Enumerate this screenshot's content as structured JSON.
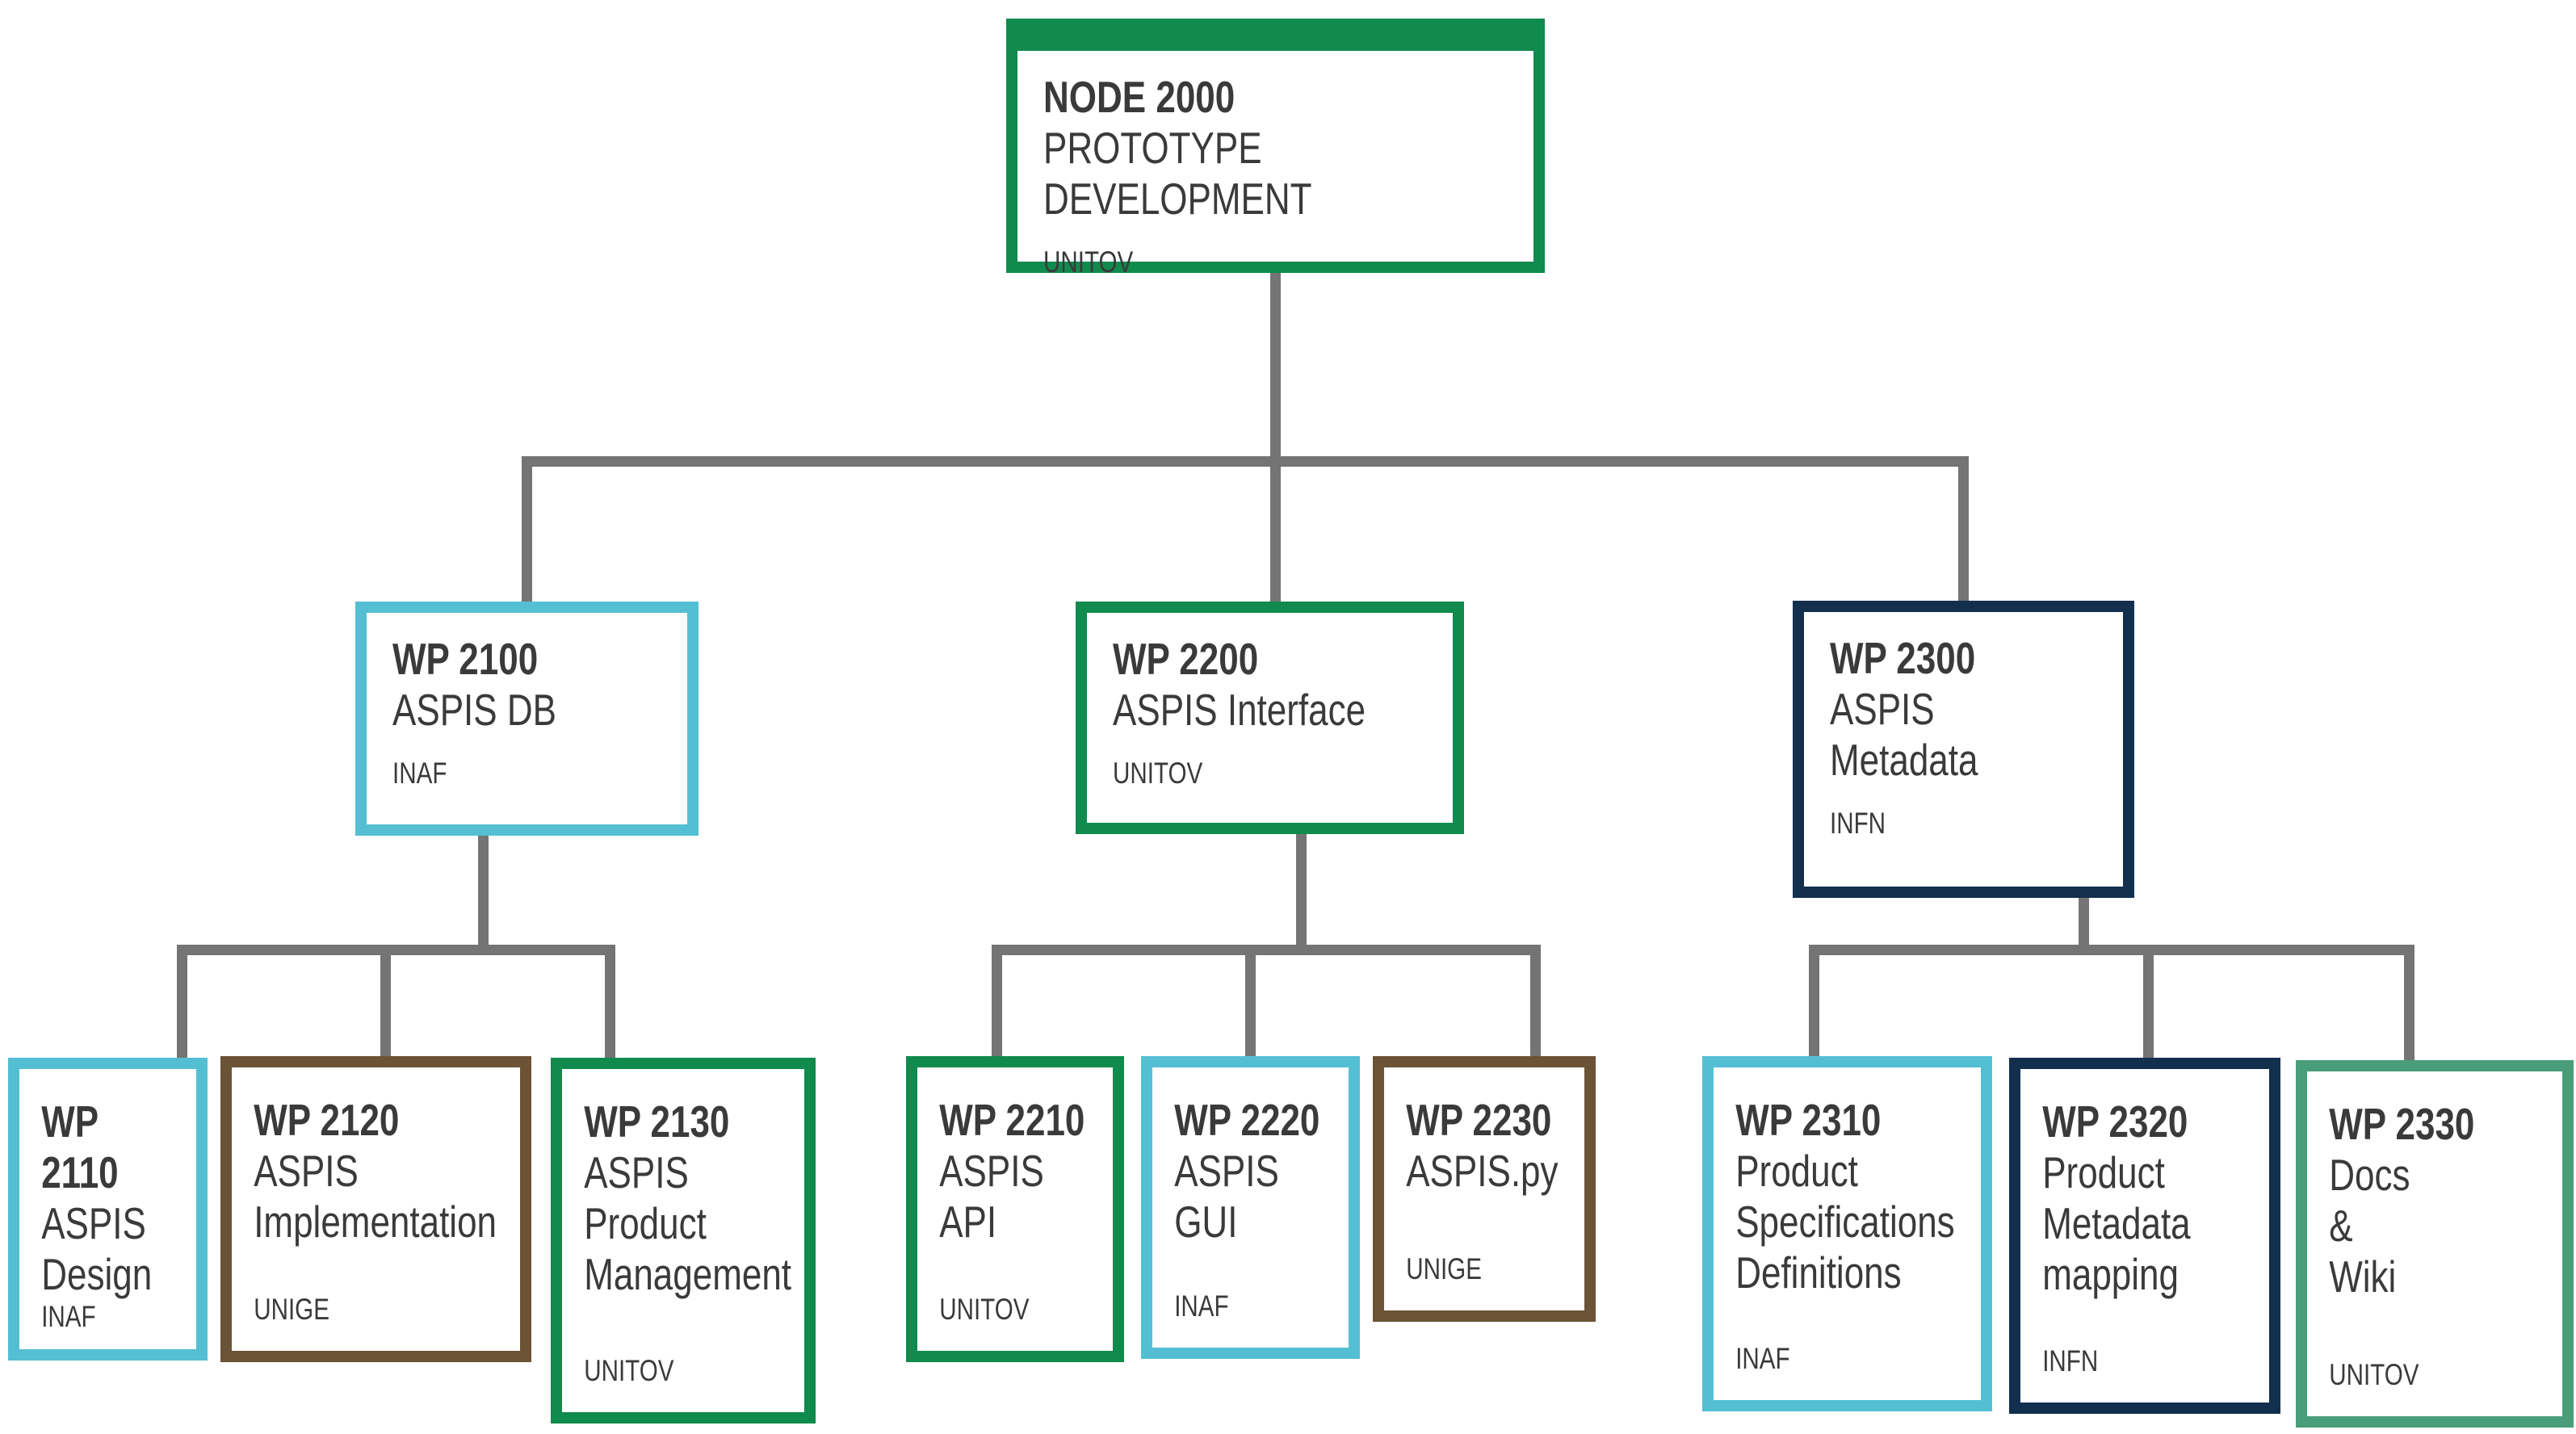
{
  "palette": {
    "green": "#108A4D",
    "teal": "#479E79",
    "cyan": "#54BFD3",
    "navy": "#132F4E",
    "brown": "#6B5336",
    "connector": "#747474",
    "text": "#3A3A3A"
  },
  "nodes": {
    "n2000": {
      "id": "NODE 2000",
      "title": "PROTOTYPE DEVELOPMENT",
      "org": "UNITOV",
      "color": "green"
    },
    "w2100": {
      "id": "WP 2100",
      "title": "ASPIS DB",
      "org": "INAF",
      "color": "cyan"
    },
    "w2200": {
      "id": "WP 2200",
      "title": "ASPIS Interface",
      "org": "UNITOV",
      "color": "green"
    },
    "w2300": {
      "id": "WP 2300",
      "title": "ASPIS\nMetadata",
      "org": "INFN",
      "color": "navy"
    },
    "w2110": {
      "id": "WP 2110",
      "title": "ASPIS\nDesign",
      "org": "INAF",
      "color": "cyan"
    },
    "w2120": {
      "id": "WP 2120",
      "title": "ASPIS\nImplementation",
      "org": "UNIGE",
      "color": "brown"
    },
    "w2130": {
      "id": "WP 2130",
      "title": "ASPIS\nProduct\nManagement",
      "org": "UNITOV",
      "color": "green"
    },
    "w2210": {
      "id": "WP 2210",
      "title": "ASPIS\nAPI",
      "org": "UNITOV",
      "color": "green"
    },
    "w2220": {
      "id": "WP 2220",
      "title": "ASPIS\nGUI",
      "org": "INAF",
      "color": "cyan"
    },
    "w2230": {
      "id": "WP 2230",
      "title": "ASPIS.py",
      "org": "UNIGE",
      "color": "brown"
    },
    "w2310": {
      "id": "WP 2310",
      "title": "Product\nSpecifications\nDefinitions",
      "org": "INAF",
      "color": "cyan"
    },
    "w2320": {
      "id": "WP 2320",
      "title": "Product\nMetadata\nmapping",
      "org": "INFN",
      "color": "navy"
    },
    "w2330": {
      "id": "WP 2330",
      "title": "Docs\n&\nWiki",
      "org": "UNITOV",
      "color": "teal"
    }
  },
  "edges": [
    [
      "n2000",
      "w2100"
    ],
    [
      "n2000",
      "w2200"
    ],
    [
      "n2000",
      "w2300"
    ],
    [
      "w2100",
      "w2110"
    ],
    [
      "w2100",
      "w2120"
    ],
    [
      "w2100",
      "w2130"
    ],
    [
      "w2200",
      "w2210"
    ],
    [
      "w2200",
      "w2220"
    ],
    [
      "w2200",
      "w2230"
    ],
    [
      "w2300",
      "w2310"
    ],
    [
      "w2300",
      "w2320"
    ],
    [
      "w2300",
      "w2330"
    ]
  ]
}
